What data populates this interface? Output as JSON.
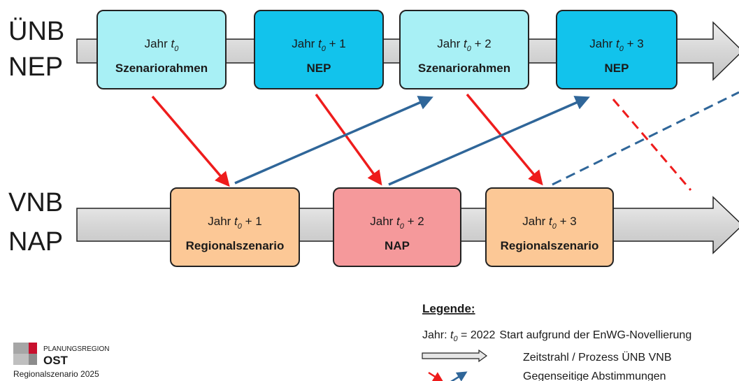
{
  "lanes": {
    "uenb": {
      "line1": "ÜNB",
      "line2": "NEP"
    },
    "vnb": {
      "line1": "VNB",
      "line2": "NAP"
    }
  },
  "colors": {
    "light_cyan": "#a8f0f5",
    "cyan": "#12c3ec",
    "orange": "#fcc896",
    "pink": "#f5999b",
    "red_arrow": "#ee1c1c",
    "blue_arrow": "#2f6699",
    "timeline_fill": "#d9d9d9",
    "logo_red": "#c8102e",
    "logo_grey": "#a6a6a6"
  },
  "top_boxes": [
    {
      "year_prefix": "Jahr ",
      "t": "t",
      "sub": "0",
      "suffix": "",
      "title": "Szenariorahmen",
      "color": "light_cyan"
    },
    {
      "year_prefix": "Jahr ",
      "t": "t",
      "sub": "0",
      "suffix": " + 1",
      "title": "NEP",
      "color": "cyan"
    },
    {
      "year_prefix": "Jahr ",
      "t": "t",
      "sub": "0",
      "suffix": " + 2",
      "title": "Szenariorahmen",
      "color": "light_cyan"
    },
    {
      "year_prefix": "Jahr ",
      "t": "t",
      "sub": "0",
      "suffix": " + 3",
      "title": "NEP",
      "color": "cyan"
    }
  ],
  "bottom_boxes": [
    {
      "year_prefix": "Jahr ",
      "t": "t",
      "sub": "0",
      "suffix": " + 1",
      "title": "Regionalszenario",
      "color": "orange"
    },
    {
      "year_prefix": "Jahr ",
      "t": "t",
      "sub": "0",
      "suffix": " + 2",
      "title": "NAP",
      "color": "pink"
    },
    {
      "year_prefix": "Jahr ",
      "t": "t",
      "sub": "0",
      "suffix": " + 3",
      "title": "Regionalszenario",
      "color": "orange"
    }
  ],
  "legend": {
    "title": "Legende:",
    "row1_prefix": "Jahr: ",
    "row1_t": "t",
    "row1_sub": "0",
    "row1_eq": " = ",
    "row1_year": "2022",
    "row1_text": "Start aufgrund der EnWG-Novellierung",
    "row2_text": "Zeitstrahl / Prozess ÜNB VNB",
    "row3_text": "Gegenseitige Abstimmungen"
  },
  "logo": {
    "line1": "PLANUNGSREGION",
    "line2": "OST",
    "line3": "Regionalszenario 2025"
  }
}
